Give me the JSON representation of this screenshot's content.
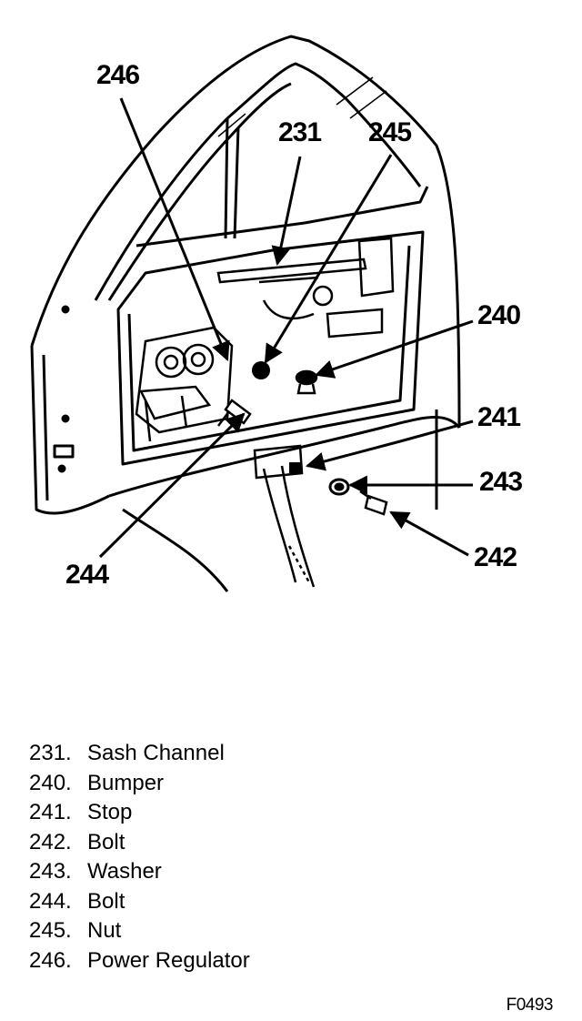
{
  "callouts": {
    "c246": "246",
    "c231": "231",
    "c245": "245",
    "c240": "240",
    "c241": "241",
    "c243": "243",
    "c242": "242",
    "c244": "244"
  },
  "legend": [
    {
      "number": "231.",
      "name": "Sash Channel"
    },
    {
      "number": "240.",
      "name": "Bumper"
    },
    {
      "number": "241.",
      "name": "Stop"
    },
    {
      "number": "242.",
      "name": "Bolt"
    },
    {
      "number": "243.",
      "name": "Washer"
    },
    {
      "number": "244.",
      "name": "Bolt"
    },
    {
      "number": "245.",
      "name": "Nut"
    },
    {
      "number": "246.",
      "name": "Power Regulator"
    }
  ],
  "figure_id": "F0493"
}
